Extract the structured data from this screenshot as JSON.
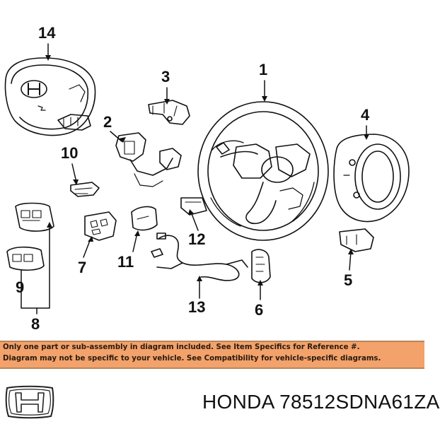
{
  "callouts": [
    "14",
    "3",
    "1",
    "2",
    "4",
    "10",
    "12",
    "11",
    "7",
    "5",
    "9",
    "13",
    "6",
    "8"
  ],
  "banner": {
    "line1": "Only one part or sub-assembly in diagram included. See Item Specifics for Reference #.",
    "line2": "Diagram may not be specific to your vehicle. See Compatibility for vehicle-specific diagrams."
  },
  "footer": {
    "brand": "HONDA",
    "part_number": "78512SDNA61ZA",
    "logo_icon": "honda-h-logo-icon"
  },
  "colors": {
    "banner_bg": "#f2a26a",
    "line": "#111111"
  }
}
